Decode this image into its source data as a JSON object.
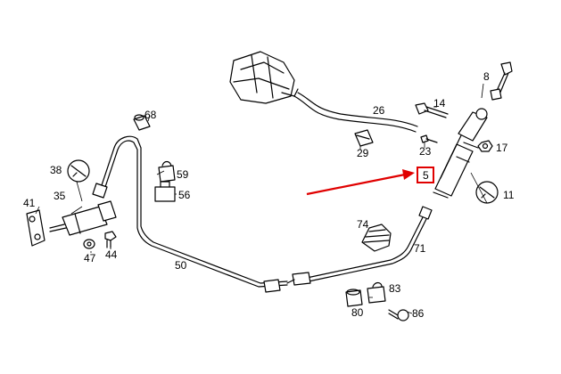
{
  "diagram": {
    "highlight_color": "#e00000",
    "line_color": "#000000",
    "labels": {
      "p5": "5",
      "p8": "8",
      "p11": "11",
      "p14": "14",
      "p17": "17",
      "p23": "23",
      "p26": "26",
      "p29": "29",
      "p35": "35",
      "p38": "38",
      "p41": "41",
      "p44": "44",
      "p47": "47",
      "p50": "50",
      "p56": "56",
      "p59": "59",
      "p68": "68",
      "p71": "71",
      "p74": "74",
      "p80": "80",
      "p83": "83",
      "p86": "86"
    },
    "highlighted_part": "5"
  }
}
